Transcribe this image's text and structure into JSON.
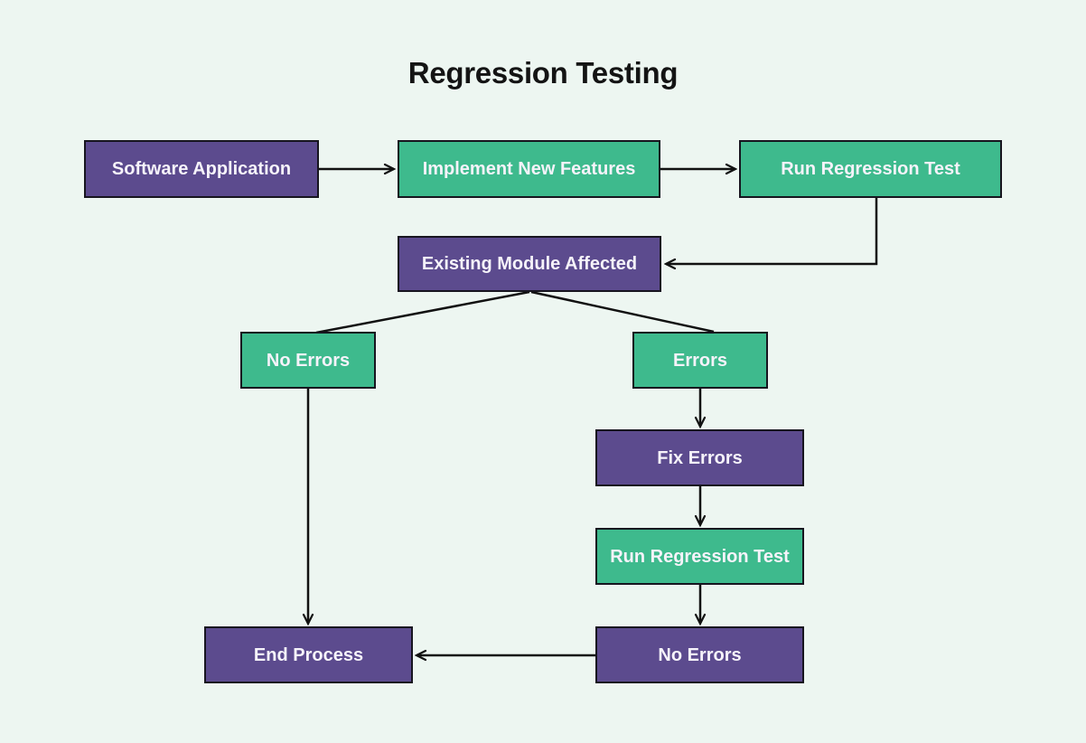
{
  "title": "Regression Testing",
  "colors": {
    "background": "#edf6f1",
    "purple": "#5c4b8e",
    "green": "#3eba8d",
    "box_border": "#17151f",
    "box_text": "#f6f3fa",
    "title_text": "#141414",
    "connector": "#111111"
  },
  "nodes": {
    "software_application": {
      "label": "Software Application",
      "variant": "purple"
    },
    "implement_new_features": {
      "label": "Implement New Features",
      "variant": "green"
    },
    "run_regression_test_1": {
      "label": "Run Regression Test",
      "variant": "green"
    },
    "existing_module_affected": {
      "label": "Existing Module Affected",
      "variant": "purple"
    },
    "no_errors_1": {
      "label": "No Errors",
      "variant": "green"
    },
    "errors": {
      "label": "Errors",
      "variant": "green"
    },
    "fix_errors": {
      "label": "Fix Errors",
      "variant": "purple"
    },
    "run_regression_test_2": {
      "label": "Run Regression Test",
      "variant": "green"
    },
    "no_errors_2": {
      "label": "No Errors",
      "variant": "purple"
    },
    "end_process": {
      "label": "End Process",
      "variant": "purple"
    }
  },
  "edges": [
    {
      "from": "software_application",
      "to": "implement_new_features",
      "arrow": true
    },
    {
      "from": "implement_new_features",
      "to": "run_regression_test_1",
      "arrow": true
    },
    {
      "from": "run_regression_test_1",
      "to": "existing_module_affected",
      "arrow": true
    },
    {
      "from": "existing_module_affected",
      "to": "no_errors_1",
      "arrow": false
    },
    {
      "from": "existing_module_affected",
      "to": "errors",
      "arrow": false
    },
    {
      "from": "errors",
      "to": "fix_errors",
      "arrow": true
    },
    {
      "from": "fix_errors",
      "to": "run_regression_test_2",
      "arrow": true
    },
    {
      "from": "run_regression_test_2",
      "to": "no_errors_2",
      "arrow": true
    },
    {
      "from": "no_errors_1",
      "to": "end_process",
      "arrow": true
    },
    {
      "from": "no_errors_2",
      "to": "end_process",
      "arrow": true
    }
  ]
}
